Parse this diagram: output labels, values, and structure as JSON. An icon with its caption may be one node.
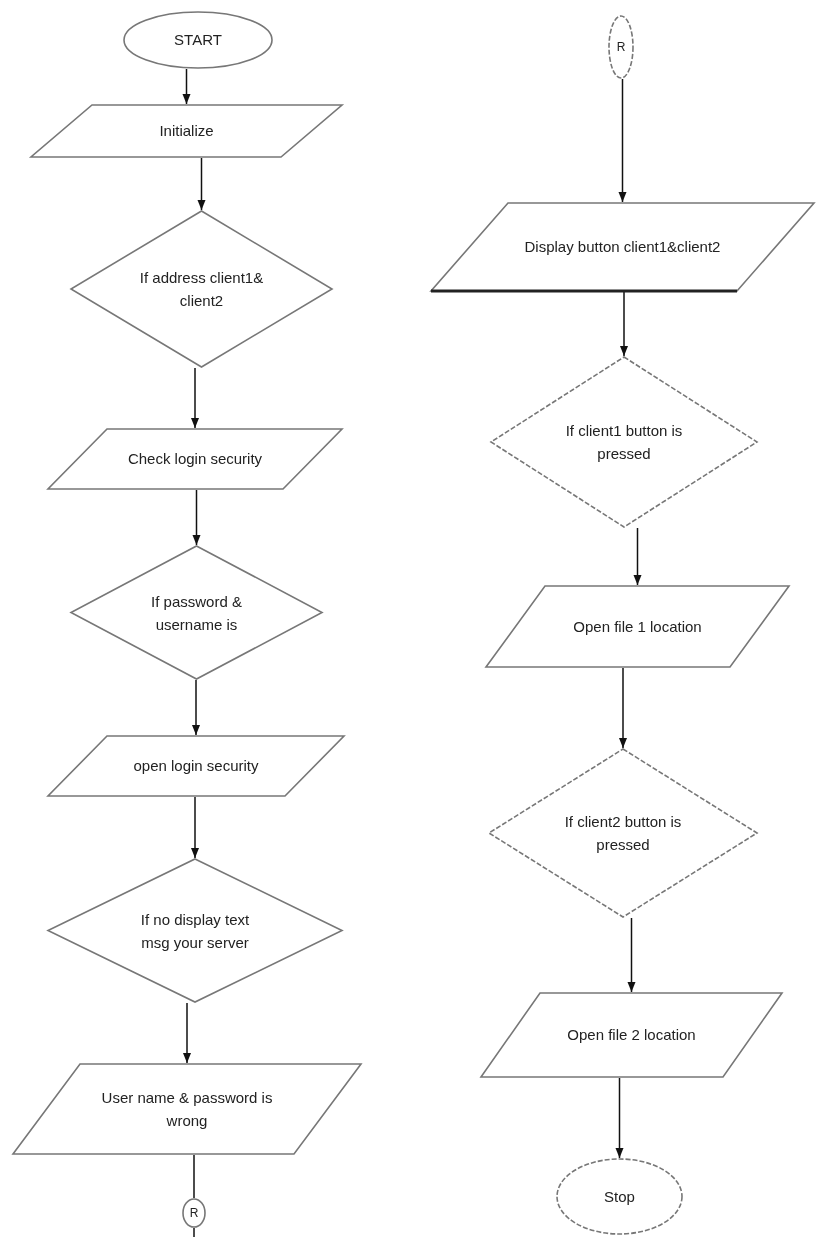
{
  "diagram": {
    "nodes": [
      {
        "text": [
          "START"
        ]
      },
      {
        "text": [
          "Initialize"
        ]
      },
      {
        "text": [
          "If address client1& client2"
        ]
      },
      {
        "text": [
          "Check login security"
        ]
      },
      {
        "text": [
          "If password & username is"
        ]
      },
      {
        "text": [
          "open login security"
        ]
      },
      {
        "text": [
          "If no display text msg your server"
        ]
      },
      {
        "text": [
          "User name & password is wrong"
        ]
      },
      {
        "text": [
          "R"
        ]
      },
      {
        "text": [
          "R"
        ]
      },
      {
        "text": [
          "Display button client1&client2"
        ]
      },
      {
        "text": [
          "If client1 button is pressed"
        ]
      },
      {
        "text": [
          "Open file 1 location"
        ]
      },
      {
        "text": [
          "If client2 button is pressed"
        ]
      },
      {
        "text": [
          "Open file 2 location"
        ]
      },
      {
        "text": [
          "Stop"
        ]
      }
    ],
    "edges": [
      {
        "from": 0,
        "to": 1,
        "arrow": "to"
      },
      {
        "from": 1,
        "to": 2,
        "arrow": "to"
      },
      {
        "from": 2,
        "to": 3,
        "arrow": "to"
      },
      {
        "from": 3,
        "to": 4,
        "arrow": "to"
      },
      {
        "from": 4,
        "to": 5,
        "arrow": "to"
      },
      {
        "from": 5,
        "to": 6,
        "arrow": "to"
      },
      {
        "from": 6,
        "to": 7,
        "arrow": "to"
      },
      {
        "from": 7,
        "to": 8,
        "arrow": "none"
      },
      {
        "from": 8,
        "to": null,
        "arrow": "none"
      },
      {
        "from": 9,
        "to": 10,
        "arrow": "to"
      },
      {
        "from": 10,
        "to": 11,
        "arrow": "to"
      },
      {
        "from": 11,
        "to": 12,
        "arrow": "to"
      },
      {
        "from": 12,
        "to": 13,
        "arrow": "to"
      },
      {
        "from": 13,
        "to": 14,
        "arrow": "to"
      },
      {
        "from": 14,
        "to": 15,
        "arrow": "to"
      }
    ]
  }
}
